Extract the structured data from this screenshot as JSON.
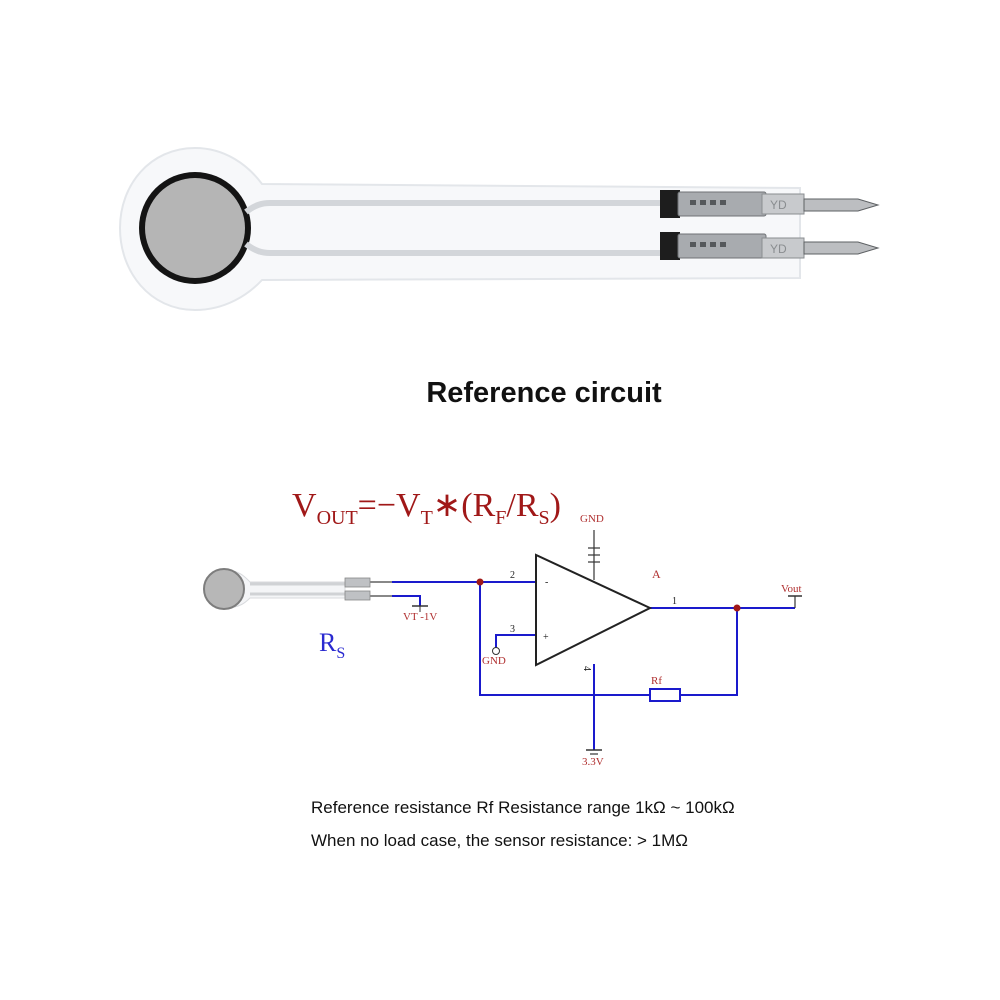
{
  "diagram": {
    "title": "Reference circuit",
    "formula": {
      "v": "V",
      "out_sub": "OUT",
      "eq": "=−V",
      "t_sub": "T",
      "op": "∗(R",
      "f_sub": "F",
      "div": "/R",
      "s_sub": "S",
      "close": ")"
    },
    "labels": {
      "gnd_top": "GND",
      "gnd_left": "GND",
      "amp": "A",
      "vout": "Vout",
      "vt": "VT -1V",
      "rf": "Rf",
      "supply": "3.3V",
      "pin1": "1",
      "pin2": "2",
      "pin3": "3",
      "pin4": "4",
      "minus": "-",
      "plus": "+",
      "rs_main": "R",
      "rs_sub": "S",
      "sensor_tail": "YD"
    },
    "notes": [
      "Reference resistance Rf Resistance range 1kΩ ~ 100kΩ",
      "When no load case, the sensor resistance: > 1MΩ"
    ],
    "colors": {
      "wire": "#1a1acc",
      "formula": "#a01818",
      "label": "#b03030",
      "rs": "#2a2ad0"
    }
  }
}
